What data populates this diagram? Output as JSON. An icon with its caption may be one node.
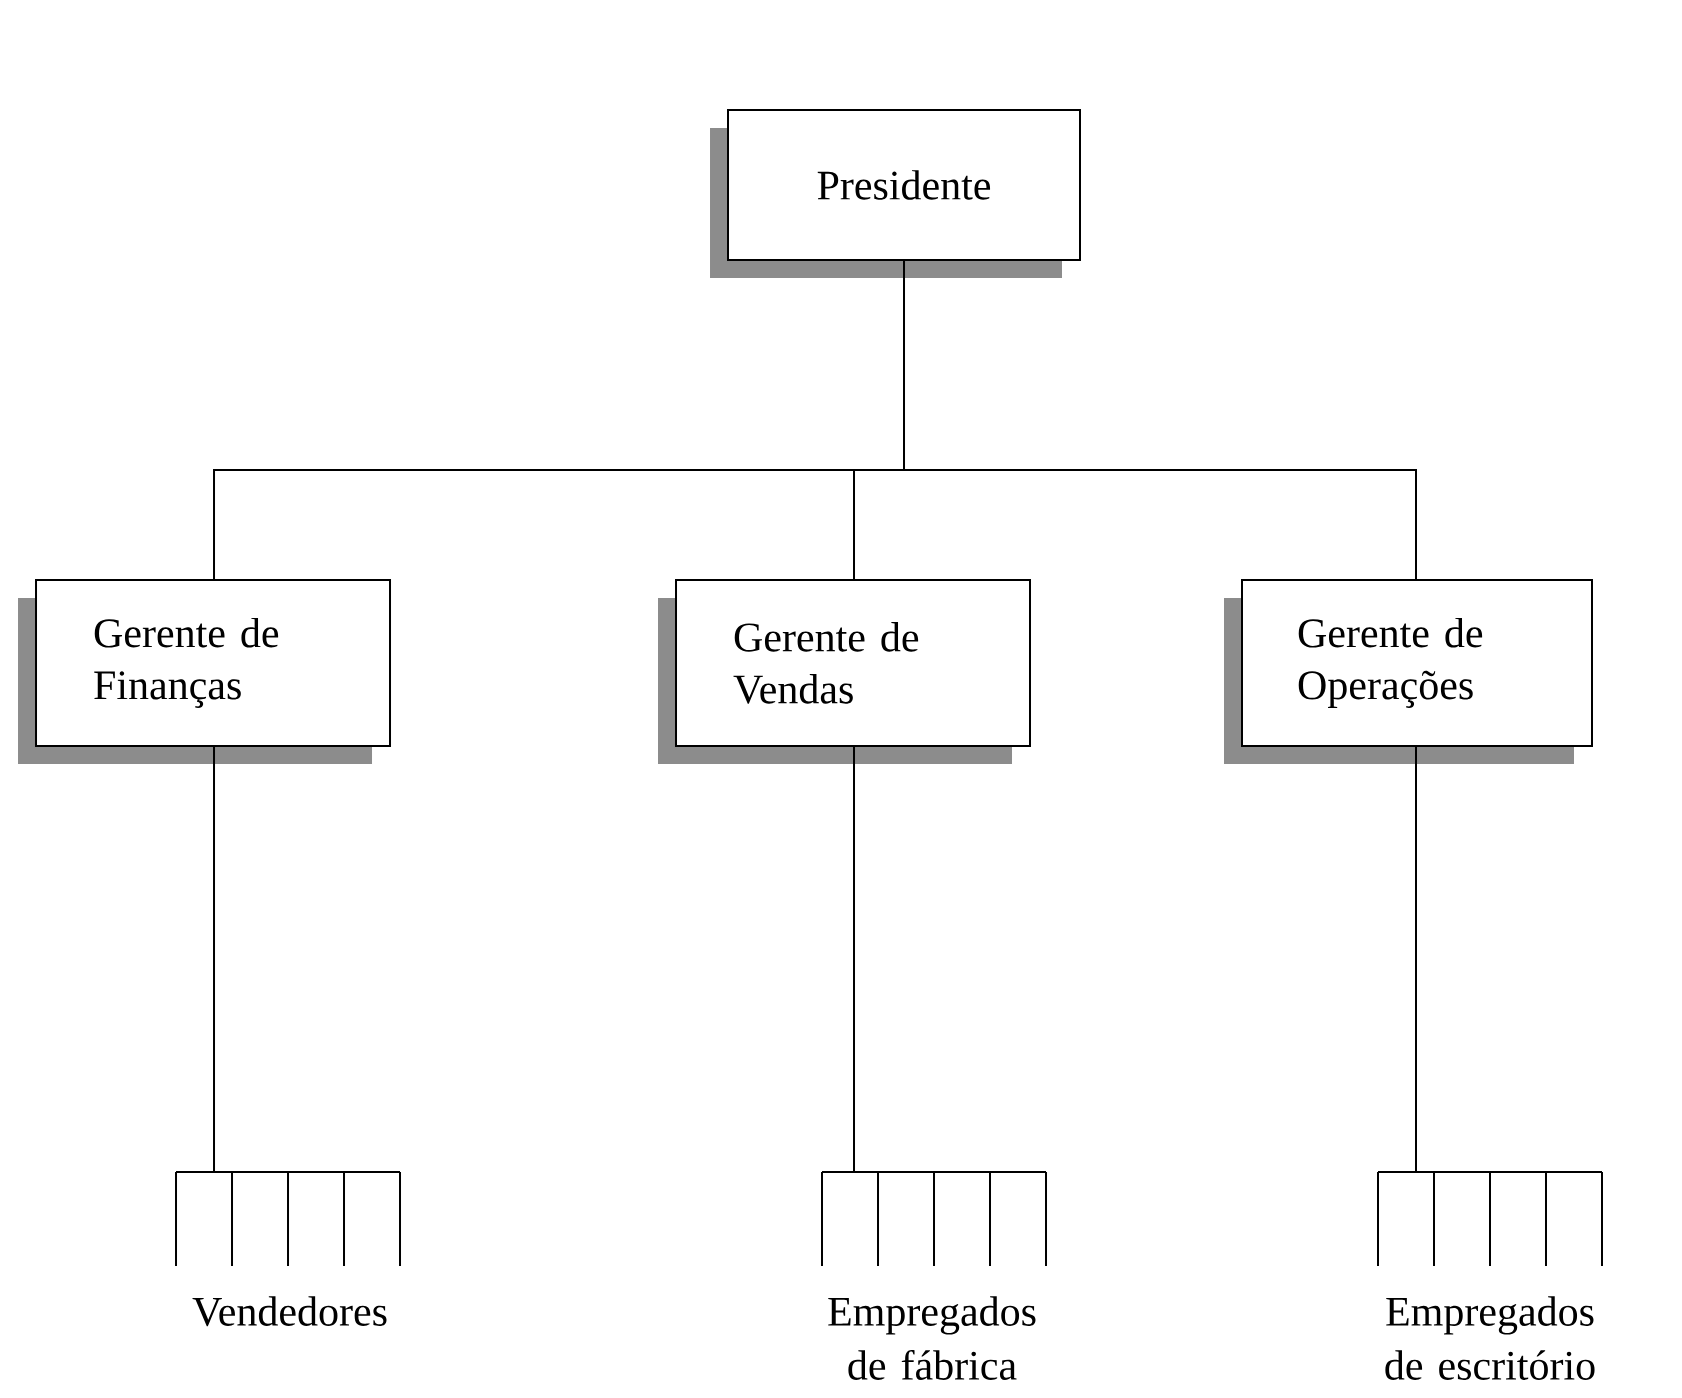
{
  "diagram": {
    "nodes": [
      {
        "text": [
          "Presidente"
        ]
      },
      {
        "text": [
          "Gerente de Finanças"
        ]
      },
      {
        "text": [
          "Gerente de Vendas"
        ]
      },
      {
        "text": [
          "Gerente de Operações"
        ]
      },
      {
        "text": [
          "Vendedores"
        ]
      },
      {
        "text": [
          "Empregados de fábrica"
        ]
      },
      {
        "text": [
          "Empregados de escritório"
        ]
      }
    ],
    "edges": [
      {
        "from": 0,
        "to": 1,
        "arrow": "none"
      },
      {
        "from": 0,
        "to": 2,
        "arrow": "none"
      },
      {
        "from": 0,
        "to": 3,
        "arrow": "none"
      },
      {
        "from": 1,
        "to": 4,
        "arrow": "none"
      },
      {
        "from": 2,
        "to": 5,
        "arrow": "none"
      },
      {
        "from": 3,
        "to": 6,
        "arrow": "none"
      }
    ]
  }
}
